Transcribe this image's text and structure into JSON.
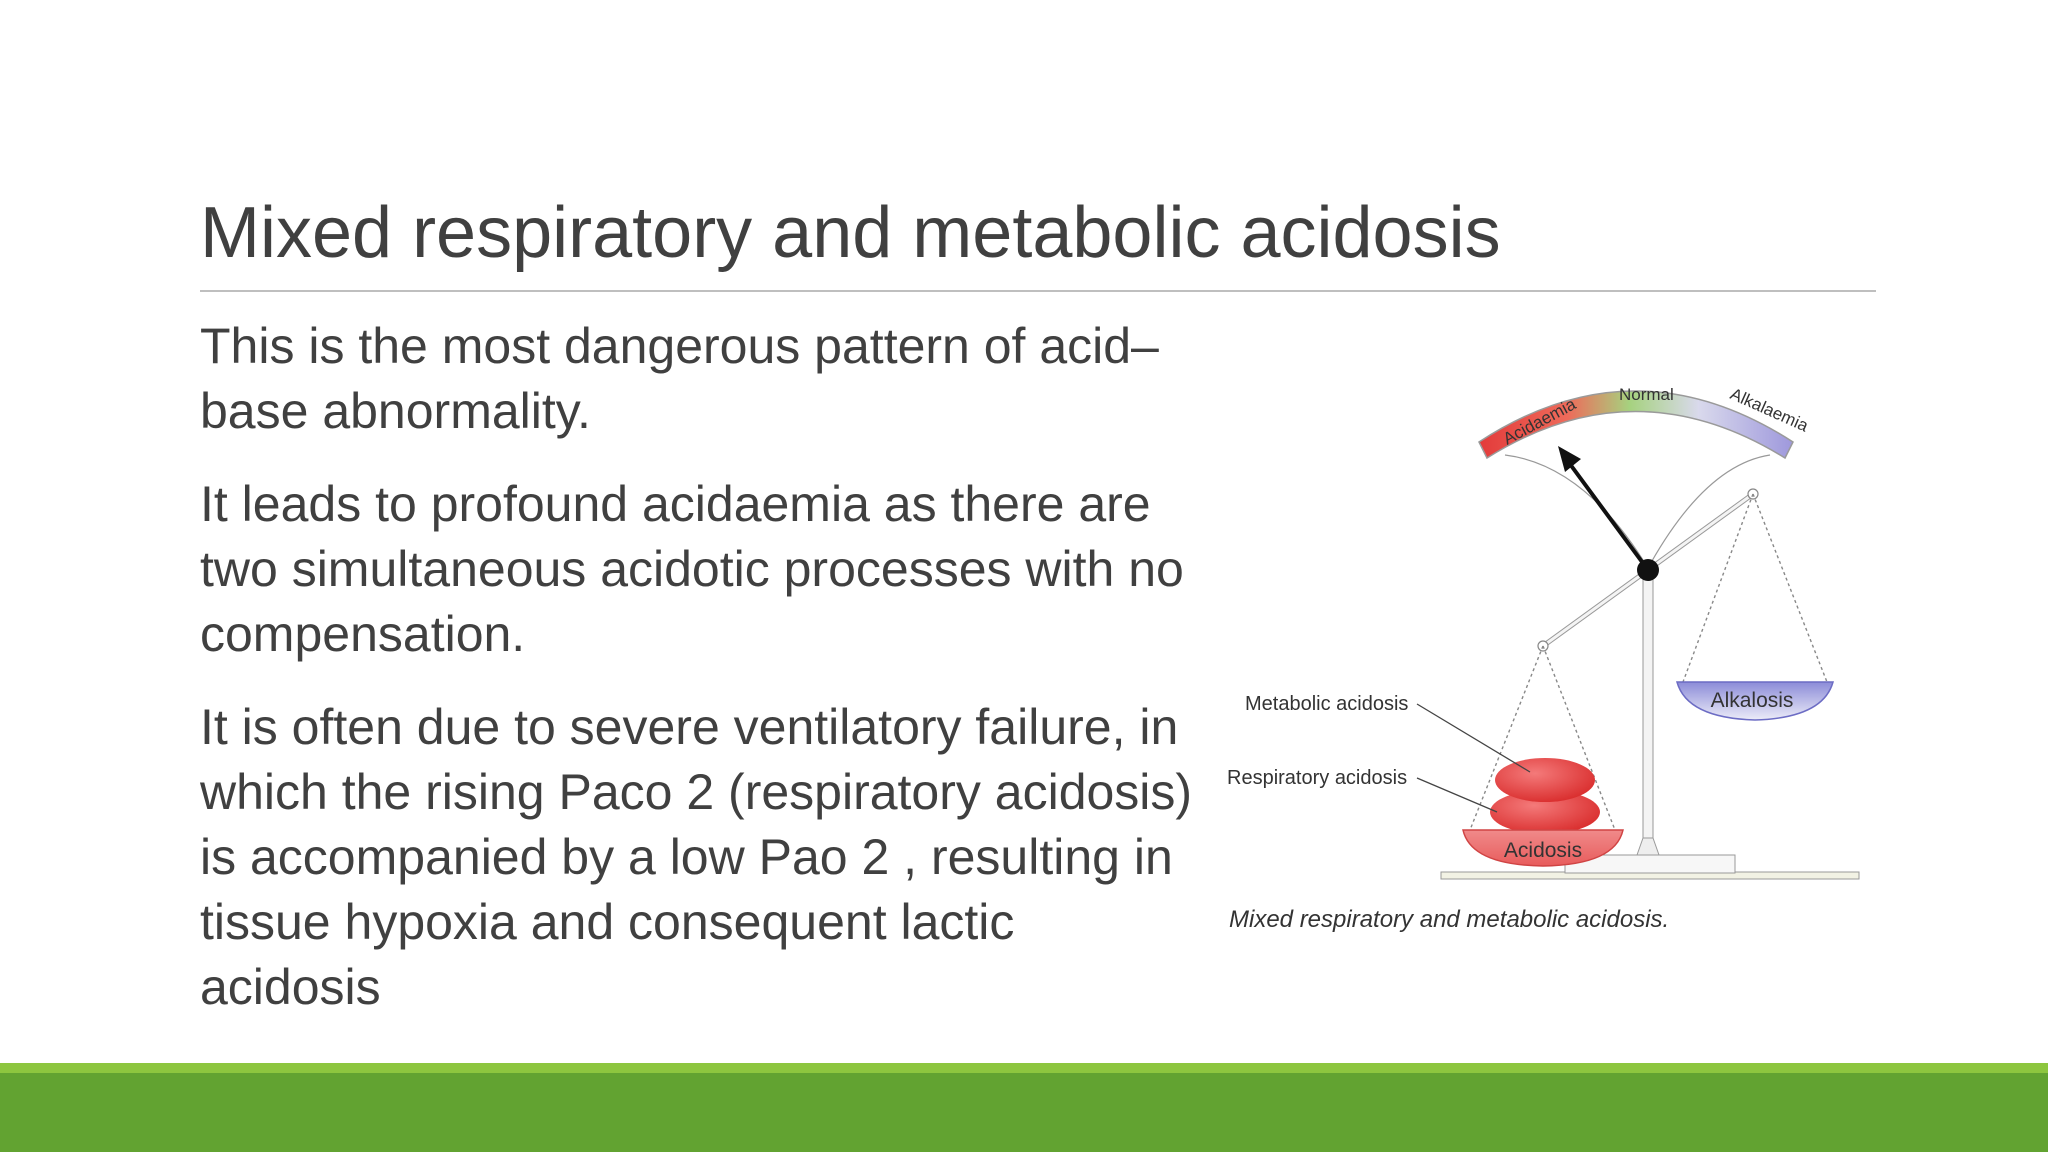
{
  "slide": {
    "title": "Mixed respiratory and metabolic acidosis",
    "paragraphs": [
      "This is the most dangerous pattern of acid–base abnormality.",
      "It leads to profound acidaemia as there are two simultaneous acidotic processes with no compensation.",
      "It is often due to severe ventilatory failure, in which the rising Paco 2 (respiratory acidosis) is accompanied by a low Pao 2 , resulting in tissue hypoxia and consequent lactic acidosis"
    ]
  },
  "figure": {
    "gauge_labels": {
      "acidaemia": "Acidaemia",
      "normal": "Normal",
      "alkalaemia": "Alkalaemia"
    },
    "left_pan_label": "Acidosis",
    "right_pan_label": "Alkalosis",
    "callouts": {
      "metabolic": "Metabolic acidosis",
      "respiratory": "Respiratory acidosis"
    },
    "caption": "Mixed respiratory and metabolic acidosis."
  },
  "colors": {
    "text": "#404040",
    "rule": "#bfbfbf",
    "band_light": "#8dc63f",
    "band_dark": "#62a331",
    "acid_red": "#e34040",
    "alkali_blue": "#8c8cd8"
  }
}
